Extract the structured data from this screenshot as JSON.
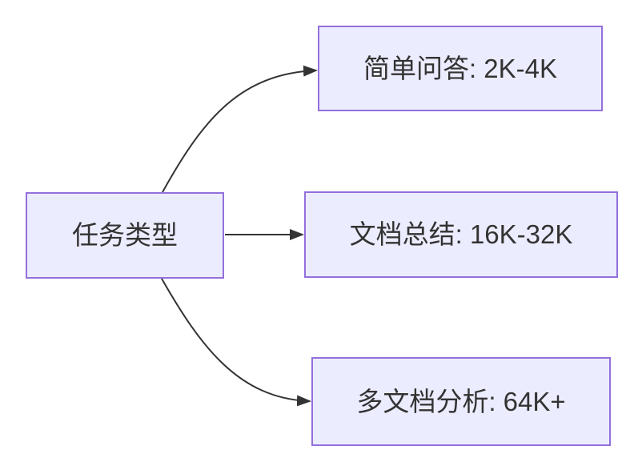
{
  "diagram": {
    "type": "flowchart",
    "direction": "left-to-right",
    "root": {
      "label": "任务类型"
    },
    "branches": [
      {
        "id": "simple-qa",
        "label": "简单问答: 2K-4K"
      },
      {
        "id": "doc-summary",
        "label": "文档总结: 16K-32K"
      },
      {
        "id": "multi-doc",
        "label": "多文档分析: 64K+"
      }
    ],
    "edges": [
      {
        "from": "任务类型",
        "to": "简单问答: 2K-4K"
      },
      {
        "from": "任务类型",
        "to": "文档总结: 16K-32K"
      },
      {
        "from": "任务类型",
        "to": "多文档分析: 64K+"
      }
    ],
    "colors": {
      "node_fill": "#ECECFF",
      "node_border": "#9370DB",
      "edge_line": "#333333",
      "text": "#333333",
      "background": "#FFFFFF"
    }
  }
}
